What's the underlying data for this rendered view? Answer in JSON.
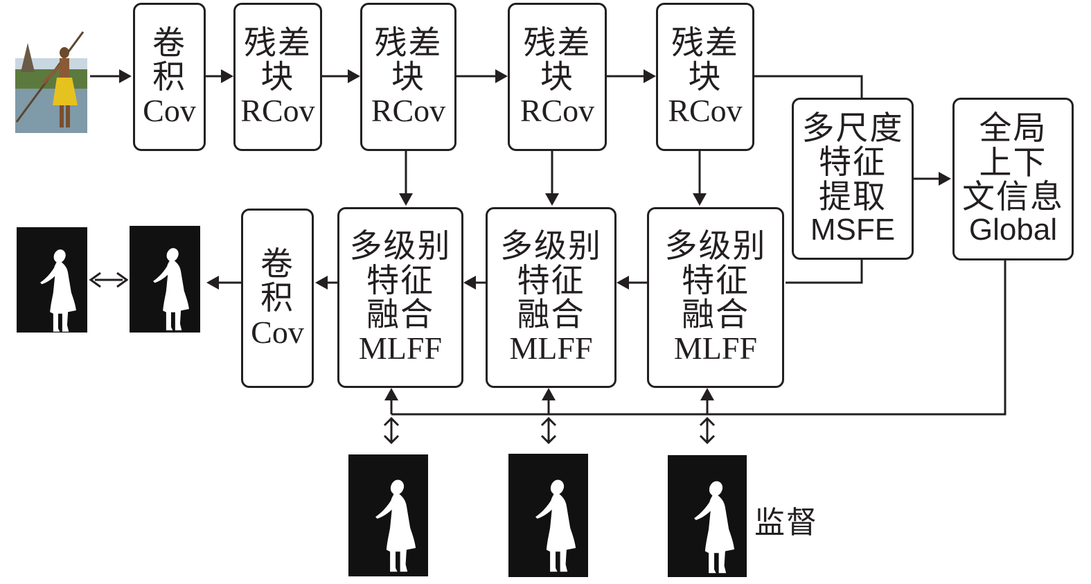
{
  "encoder": {
    "conv": {
      "line1": "卷",
      "line2": "积",
      "line3": "Cov"
    },
    "res1": {
      "line1": "残差",
      "line2": "块",
      "line3": "RCov"
    },
    "res2": {
      "line1": "残差",
      "line2": "块",
      "line3": "RCov"
    },
    "res3": {
      "line1": "残差",
      "line2": "块",
      "line3": "RCov"
    },
    "res4": {
      "line1": "残差",
      "line2": "块",
      "line3": "RCov"
    }
  },
  "msfe": {
    "line1": "多尺度",
    "line2": "特征",
    "line3": "提取",
    "line4": "MSFE"
  },
  "global": {
    "line1": "全局",
    "line2": "上下",
    "line3": "文信息",
    "line4": "Global"
  },
  "decoder": {
    "mlff1": {
      "line1": "多级别",
      "line2": "特征",
      "line3": "融合",
      "line4": "MLFF"
    },
    "mlff2": {
      "line1": "多级别",
      "line2": "特征",
      "line3": "融合",
      "line4": "MLFF"
    },
    "mlff3": {
      "line1": "多级别",
      "line2": "特征",
      "line3": "融合",
      "line4": "MLFF"
    },
    "conv": {
      "line1": "卷",
      "line2": "积",
      "line3": "Cov"
    }
  },
  "supervision_label": "监督",
  "colors": {
    "stroke": "#231f20",
    "mask_bg": "#111111",
    "silhouette": "#ffffff"
  }
}
